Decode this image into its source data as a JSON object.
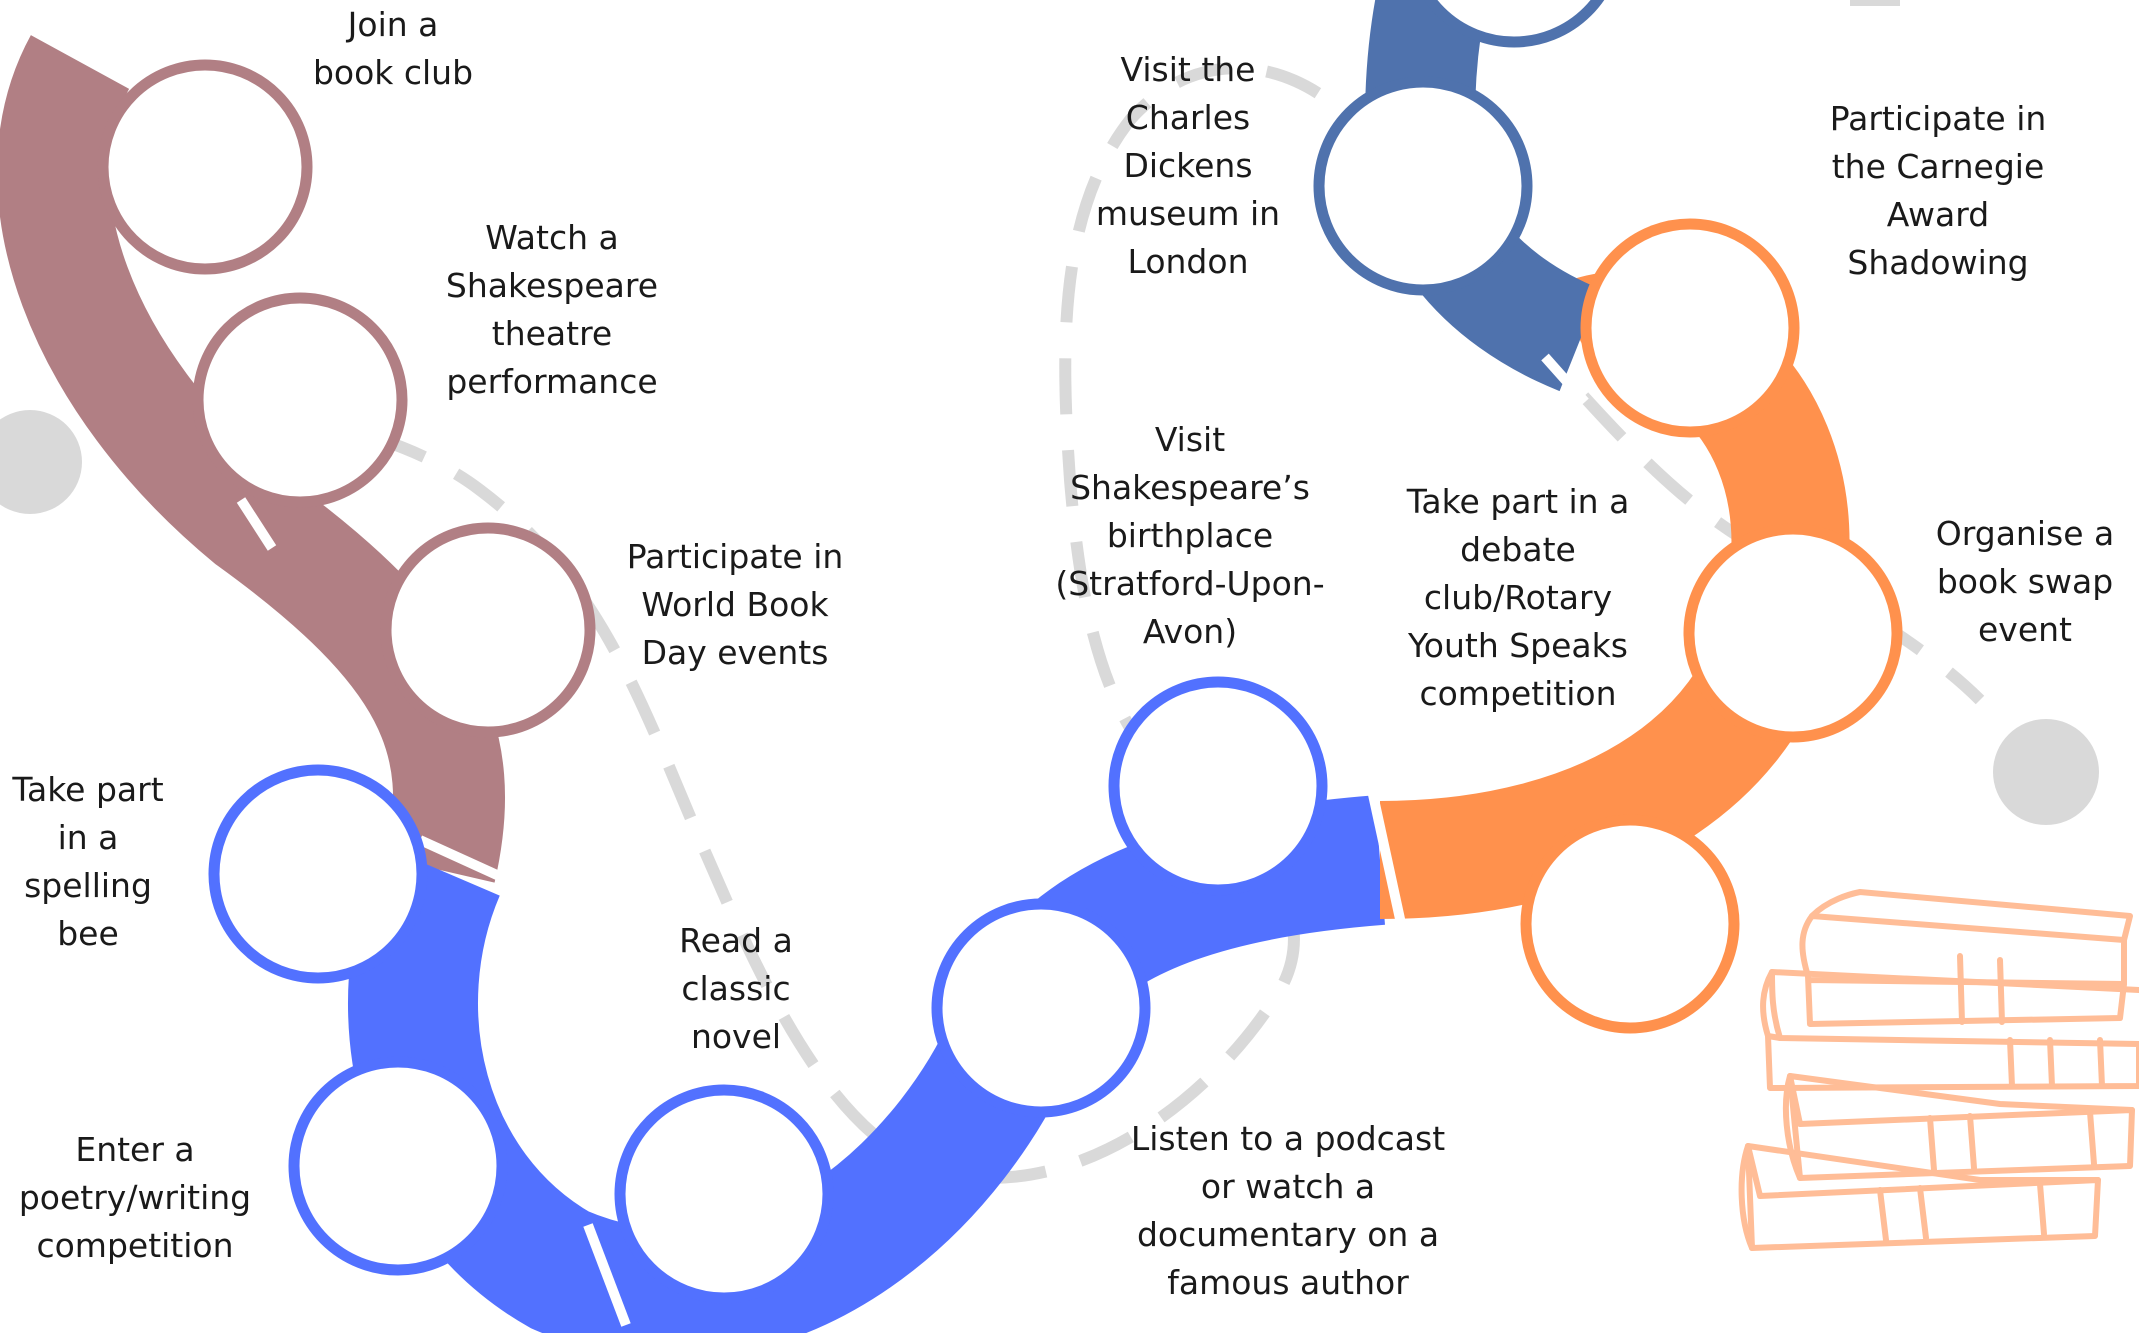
{
  "colors": {
    "mauve": "#b17f84",
    "blue": "#5271ff",
    "orange": "#ff914d",
    "steel_blue": "#4f72ad",
    "dashed_grey": "#d9d9d9",
    "books_peach": "#ffbd97",
    "text": "#1a1a1a"
  },
  "activities": [
    {
      "id": "book-club",
      "label": "Join a\nbook club",
      "color": "mauve"
    },
    {
      "id": "shakespeare-theatre",
      "label": "Watch a\nShakespeare\ntheatre\nperformance",
      "color": "mauve"
    },
    {
      "id": "world-book-day",
      "label": "Participate in\nWorld Book\nDay events",
      "color": "mauve"
    },
    {
      "id": "spelling-bee",
      "label": "Take part\nin a\nspelling\nbee",
      "color": "blue"
    },
    {
      "id": "poetry-competition",
      "label": "Enter a\npoetry/writing\ncompetition",
      "color": "blue"
    },
    {
      "id": "classic-novel",
      "label": "Read a\nclassic\nnovel",
      "color": "blue"
    },
    {
      "id": "podcast-documentary",
      "label": "Listen to a podcast\nor watch a\ndocumentary on a\nfamous author",
      "color": "blue"
    },
    {
      "id": "shakespeare-birthplace",
      "label": "Visit\nShakespeare’s\nbirthplace\n(Stratford-Upon-\nAvon)",
      "color": "blue"
    },
    {
      "id": "debate-club",
      "label": "Take part in a\ndebate\nclub/Rotary\nYouth Speaks\ncompetition",
      "color": "orange"
    },
    {
      "id": "book-swap",
      "label": "Organise a\nbook swap\nevent",
      "color": "orange"
    },
    {
      "id": "carnegie-award",
      "label": "Participate in\nthe Carnegie\nAward\nShadowing",
      "color": "orange"
    },
    {
      "id": "dickens-museum",
      "label": "Visit the\nCharles\nDickens\nmuseum in\nLondon",
      "color": "steel_blue"
    }
  ]
}
